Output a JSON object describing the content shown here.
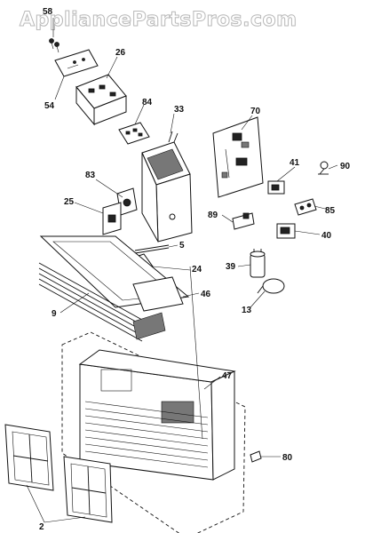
{
  "watermark": "AppliancePartsPros.com",
  "callouts": {
    "c58": "58",
    "c26": "26",
    "c54": "54",
    "c84": "84",
    "c33": "33",
    "c70": "70",
    "c41": "41",
    "c90": "90",
    "c83": "83",
    "c25": "25",
    "c89": "89",
    "c85": "85",
    "c40": "40",
    "c5": "5",
    "c24": "24",
    "c39": "39",
    "c46": "46",
    "c9": "9",
    "c13": "13",
    "c47": "47",
    "c80": "80",
    "c2": "2"
  }
}
